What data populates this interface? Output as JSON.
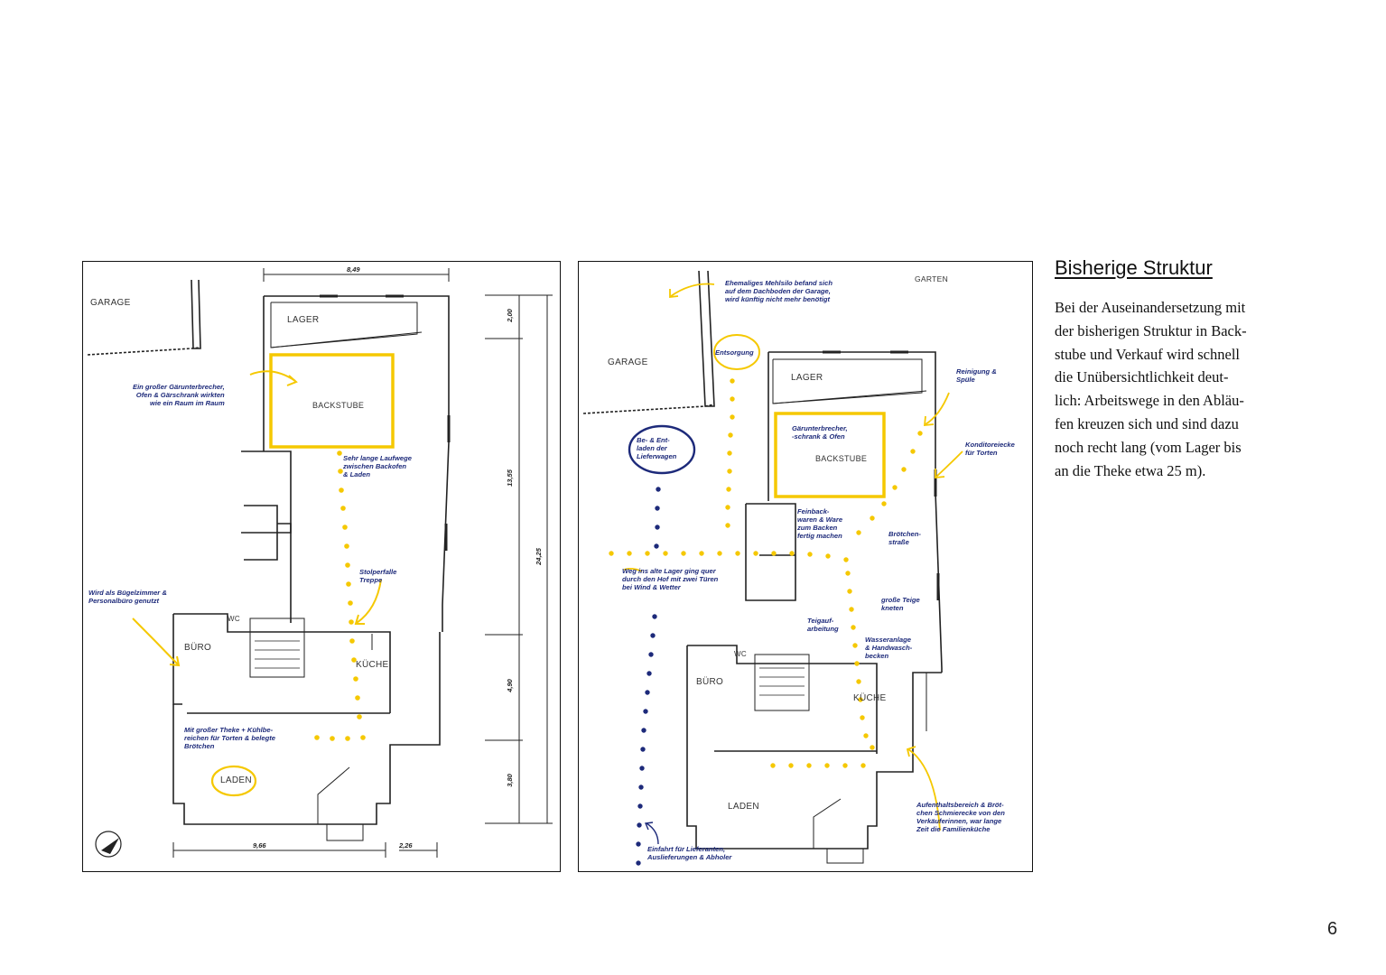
{
  "colors": {
    "accent_yellow": "#f5c800",
    "annotation_navy": "#1d2a7a",
    "wall": "#222222"
  },
  "plan_left": {
    "rooms": {
      "garage": "GARAGE",
      "lager": "LAGER",
      "backstube": "BACKSTUBE",
      "wc": "WC",
      "buero": "BÜRO",
      "kueche": "KÜCHE",
      "laden": "LADEN"
    },
    "dimensions": {
      "top": "8,49",
      "bottom_main": "9,66",
      "bottom_side": "2,26",
      "right_1": "2,00",
      "right_2": "13,55",
      "right_3": "4,90",
      "right_4": "3,80",
      "total": "24,25"
    },
    "annotations": {
      "gaerraum": "Ein großer Gärunterbrecher,\nOfen & Gärschrank wirkten\nwie ein Raum im Raum",
      "laufwege": "Sehr lange Laufwege\nzwischen Backofen\n& Laden",
      "treppe": "Stolperfalle\nTreppe",
      "buero": "Wird als Bügelzimmer &\nPersonalbüro genutzt",
      "theke": "Mit großer Theke + Kühlbe-\nreichen für Torten & belegte\nBrötchen"
    }
  },
  "plan_right": {
    "rooms": {
      "garten": "GARTEN",
      "garage": "GARAGE",
      "lager": "LAGER",
      "backstube": "BACKSTUBE",
      "wc": "WC",
      "buero": "BÜRO",
      "kueche": "KÜCHE",
      "laden": "LADEN"
    },
    "annotations": {
      "mehlsilo": "Ehemaliges Mehlsilo befand sich\nauf dem Dachboden der Garage,\nwird künftig nicht mehr benötigt",
      "entsorgung": "Entsorgung",
      "reinigung": "Reinigung &\nSpüle",
      "konditorei": "Konditoreiecke\nfür Torten",
      "gaerunterbrecher": "Gärunterbrecher,\n-schrank & Ofen",
      "be_entladen": "Be- & Ent-\nladen der\nLieferwagen",
      "feinback": "Feinback-\nwaren & Ware\nzum Backen\nfertig machen",
      "broetchenstrasse": "Brötchen-\nstraße",
      "lagerweg": "Weg ins alte Lager ging quer\ndurch den Hof mit zwei Türen\nbei Wind & Wetter",
      "teige": "große Teige\nkneten",
      "teigauf": "Teigauf-\narbeitung",
      "wasser": "Wasseranlage\n& Handwasch-\nbecken",
      "aufenthalt": "Aufenthaltsbereich & Bröt-\nchen Schmierecke von den\nVerkäuferinnen, war lange\nZeit die Familienküche",
      "einfahrt": "Einfahrt für Lieferanten,\nAuslieferungen & Abholer"
    }
  },
  "text": {
    "heading": "Bisherige Struktur",
    "body": "Bei der Auseinandersetzung mit\nder bisherigen Struktur in Back-\nstube und Verkauf wird schnell\ndie Unübersichtlichkeit deut-\nlich: Arbeitswege in den Abläu-\nfen kreuzen sich und sind dazu\nnoch recht lang (vom Lager bis\nan die Theke etwa 25 m)."
  },
  "page_number": "6"
}
